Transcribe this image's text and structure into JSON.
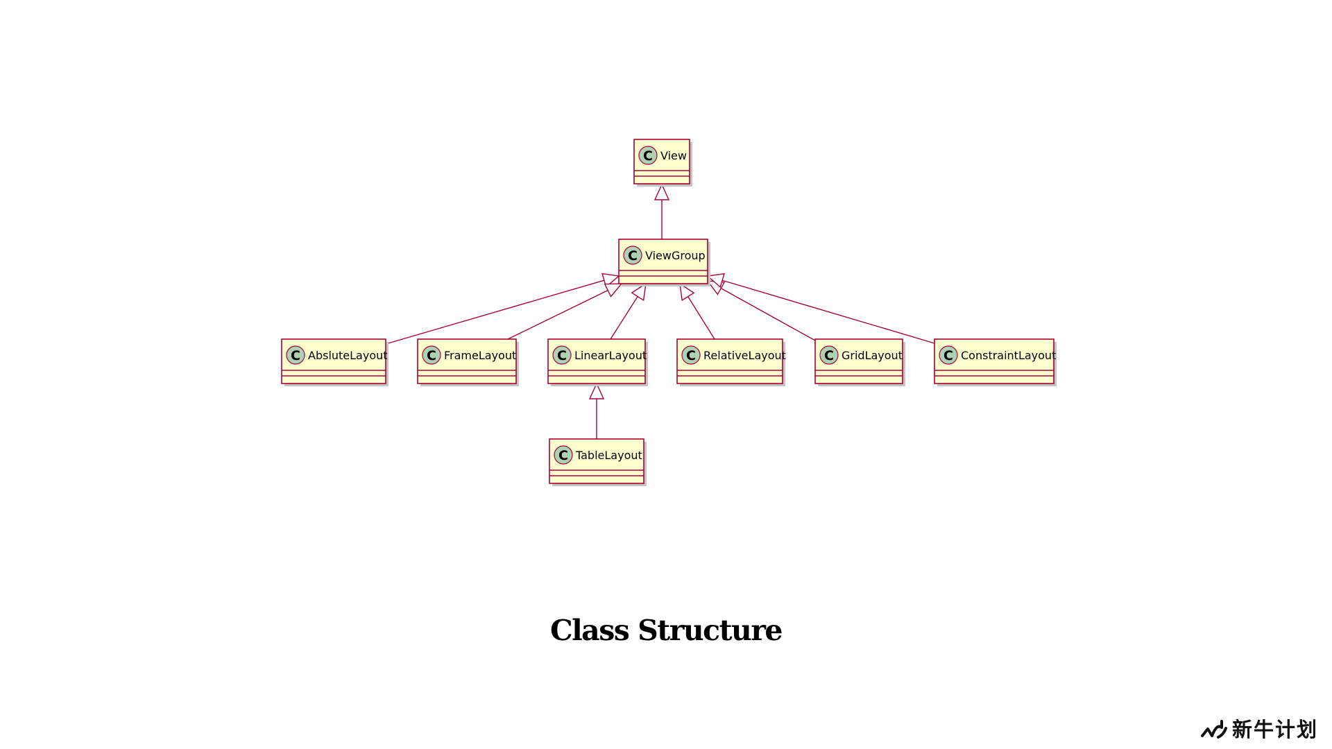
{
  "diagram": {
    "stereotype_glyph": "C",
    "colors": {
      "box_fill": "#FEFECE",
      "box_border": "#A80036",
      "edge": "#A80036",
      "icon_fill": "#ADD1B2",
      "shadow": "#C4C4C4"
    },
    "classes": [
      {
        "id": "View",
        "name": "View"
      },
      {
        "id": "ViewGroup",
        "name": "ViewGroup"
      },
      {
        "id": "AbsluteLayout",
        "name": "AbsluteLayout"
      },
      {
        "id": "FrameLayout",
        "name": "FrameLayout"
      },
      {
        "id": "LinearLayout",
        "name": "LinearLayout"
      },
      {
        "id": "RelativeLayout",
        "name": "RelativeLayout"
      },
      {
        "id": "GridLayout",
        "name": "GridLayout"
      },
      {
        "id": "ConstraintLayout",
        "name": "ConstraintLayout"
      },
      {
        "id": "TableLayout",
        "name": "TableLayout"
      }
    ],
    "inheritance": [
      {
        "child": "ViewGroup",
        "parent": "View"
      },
      {
        "child": "AbsluteLayout",
        "parent": "ViewGroup"
      },
      {
        "child": "FrameLayout",
        "parent": "ViewGroup"
      },
      {
        "child": "LinearLayout",
        "parent": "ViewGroup"
      },
      {
        "child": "RelativeLayout",
        "parent": "ViewGroup"
      },
      {
        "child": "GridLayout",
        "parent": "ViewGroup"
      },
      {
        "child": "ConstraintLayout",
        "parent": "ViewGroup"
      },
      {
        "child": "TableLayout",
        "parent": "LinearLayout"
      }
    ]
  },
  "caption": "Class Structure",
  "brand": {
    "text": "新牛计划",
    "logo_icon": "xinniu-logo-icon"
  }
}
